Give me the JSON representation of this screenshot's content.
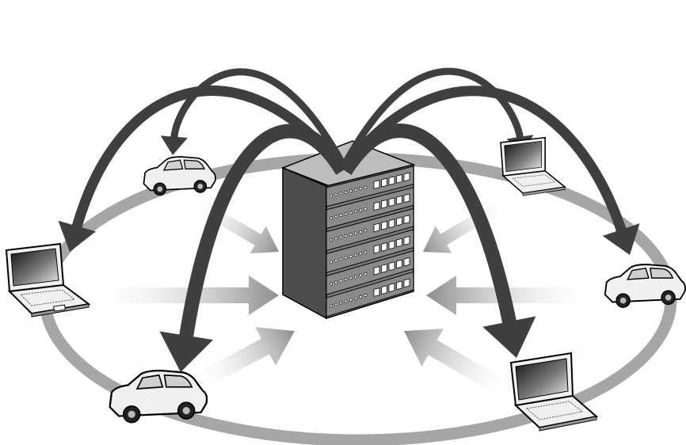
{
  "diagram": {
    "palette": {
      "ring": "#a6a6a6",
      "downlink_arrow": "#3f3f3f",
      "uplink_arrow": "#8c8c8c",
      "server_front": "#7a7a7a",
      "server_side": "#4d4d4d",
      "device_fill": "#f0f0f0",
      "outline": "#000000"
    },
    "hub": {
      "kind": "server-rack",
      "shelves": 6
    },
    "nodes": [
      {
        "kind": "car",
        "position": "top-left"
      },
      {
        "kind": "laptop",
        "position": "top-right"
      },
      {
        "kind": "laptop",
        "position": "left"
      },
      {
        "kind": "car",
        "position": "right"
      },
      {
        "kind": "car",
        "position": "bottom-left"
      },
      {
        "kind": "laptop",
        "position": "bottom-right"
      }
    ],
    "uplinks": 6,
    "downlinks": 6
  }
}
